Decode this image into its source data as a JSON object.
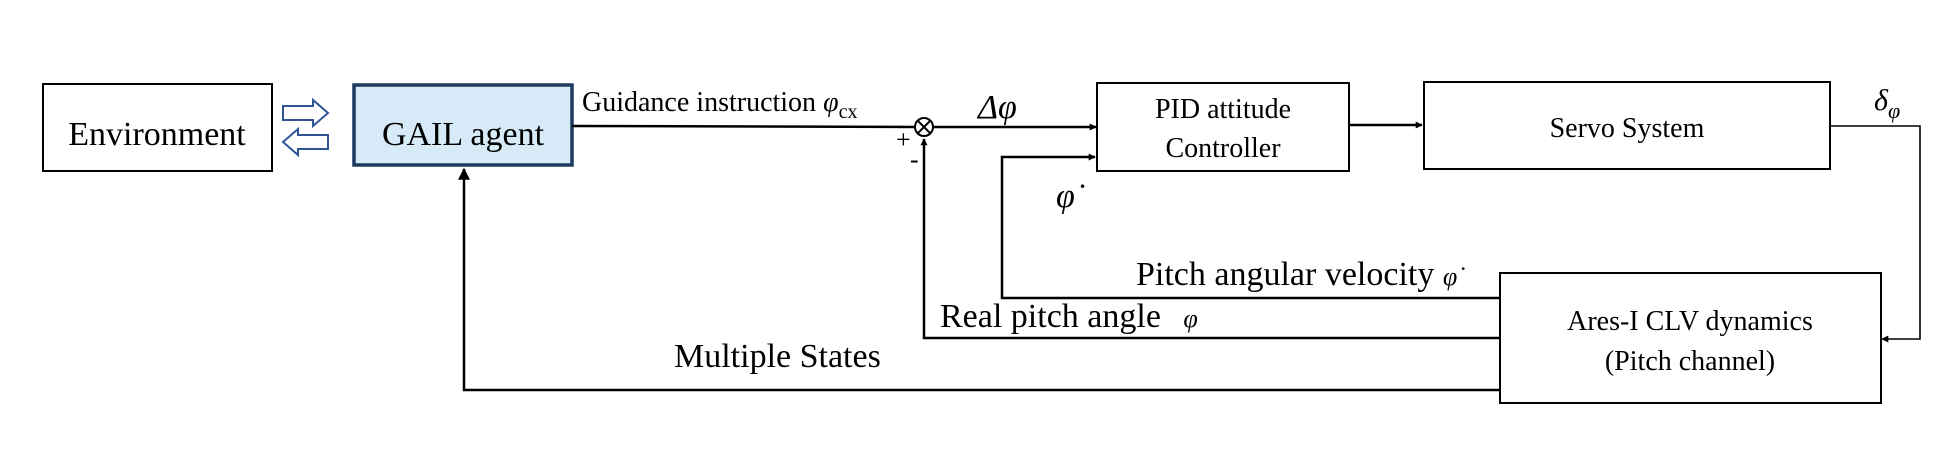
{
  "diagram": {
    "blocks": {
      "environment": "Environment",
      "gail_agent": "GAIL agent",
      "pid_line1": "PID attitude",
      "pid_line2": "Controller",
      "servo": "Servo System",
      "ares_line1": "Ares-I CLV dynamics",
      "ares_line2": "(Pitch channel)"
    },
    "signals": {
      "guidance_text": "Guidance instruction ",
      "guidance_sym": "φ",
      "guidance_sub": "cx",
      "plus": "+",
      "minus": "-",
      "delta_phi": "Δφ",
      "phi_dot": "φ̇",
      "delta_sym": "δ",
      "delta_sub": "φ",
      "pitch_velocity_text": "Pitch angular velocity ",
      "pitch_velocity_sym": "φ̇",
      "real_pitch_text": "Real pitch angle ",
      "real_pitch_sym": "φ",
      "multiple_states": "Multiple States"
    },
    "colors": {
      "agent_fill": "#d6ebf7",
      "agent_border": "#1f3a5f",
      "exchange_arrow": "#2f5597"
    }
  }
}
